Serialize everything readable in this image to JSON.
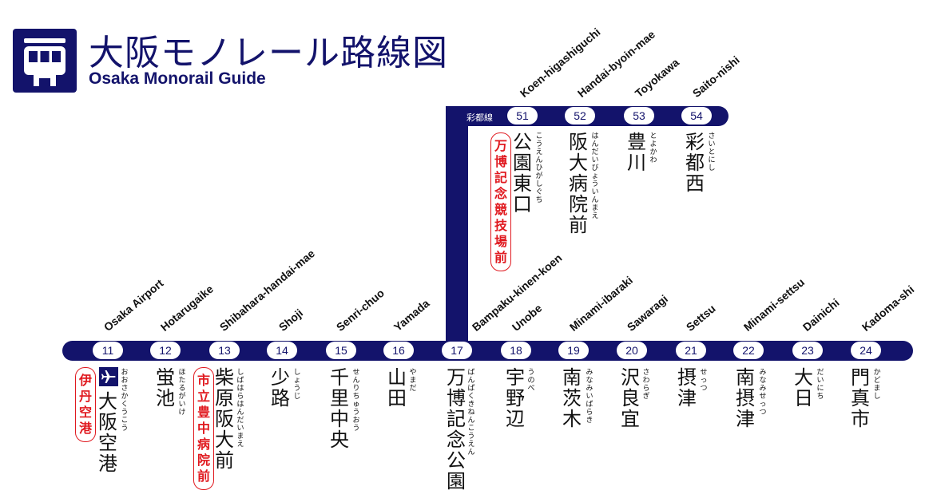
{
  "header": {
    "title_jp": "大阪モノレール路線図",
    "title_en": "Osaka Monorail Guide"
  },
  "colors": {
    "line": "#13136b",
    "landmark": "#e0191f"
  },
  "icons": {
    "logo": "monorail-train-icon",
    "airport": "airplane-icon"
  },
  "branch_line": {
    "label": "彩都線",
    "stations": [
      {
        "num": "51",
        "en": "Koen-higashiguchi",
        "kanji": "公園東口",
        "kana": "こうえんひがしぐち",
        "landmark": "万博記念競技場前"
      },
      {
        "num": "52",
        "en": "Handai-byoin-mae",
        "kanji": "阪大病院前",
        "kana": "はんだいびょういんまえ"
      },
      {
        "num": "53",
        "en": "Toyokawa",
        "kanji": "豊川",
        "kana": "とよかわ"
      },
      {
        "num": "54",
        "en": "Saito-nishi",
        "kanji": "彩都西",
        "kana": "さいとにし"
      }
    ]
  },
  "main_line": {
    "stations": [
      {
        "num": "11",
        "en": "Osaka Airport",
        "kanji": "大阪空港",
        "kana": "おおさかくうこう",
        "landmark": "伊丹空港"
      },
      {
        "num": "12",
        "en": "Hotarugaike",
        "kanji": "蛍池",
        "kana": "ほたるがいけ"
      },
      {
        "num": "13",
        "en": "Shibahara-handai-mae",
        "kanji": "柴原阪大前",
        "kana": "しばはらはんだいまえ",
        "landmark": "市立豊中病院前"
      },
      {
        "num": "14",
        "en": "Shoji",
        "kanji": "少路",
        "kana": "しょうじ"
      },
      {
        "num": "15",
        "en": "Senri-chuo",
        "kanji": "千里中央",
        "kana": "せんりちゅうおう"
      },
      {
        "num": "16",
        "en": "Yamada",
        "kanji": "山田",
        "kana": "やまだ"
      },
      {
        "num": "17",
        "en": "Bampaku-kinen-koen",
        "kanji": "万博記念公園",
        "kana": "ばんぱくきねんこうえん"
      },
      {
        "num": "18",
        "en": "Unobe",
        "kanji": "宇野辺",
        "kana": "うのべ"
      },
      {
        "num": "19",
        "en": "Minami-ibaraki",
        "kanji": "南茨木",
        "kana": "みなみいばらき"
      },
      {
        "num": "20",
        "en": "Sawaragi",
        "kanji": "沢良宜",
        "kana": "さわらぎ"
      },
      {
        "num": "21",
        "en": "Settsu",
        "kanji": "摂津",
        "kana": "せっつ"
      },
      {
        "num": "22",
        "en": "Minami-settsu",
        "kanji": "南摂津",
        "kana": "みなみせっつ"
      },
      {
        "num": "23",
        "en": "Dainichi",
        "kanji": "大日",
        "kana": "だいにち"
      },
      {
        "num": "24",
        "en": "Kadoma-shi",
        "kanji": "門真市",
        "kana": "かどまし"
      }
    ]
  }
}
